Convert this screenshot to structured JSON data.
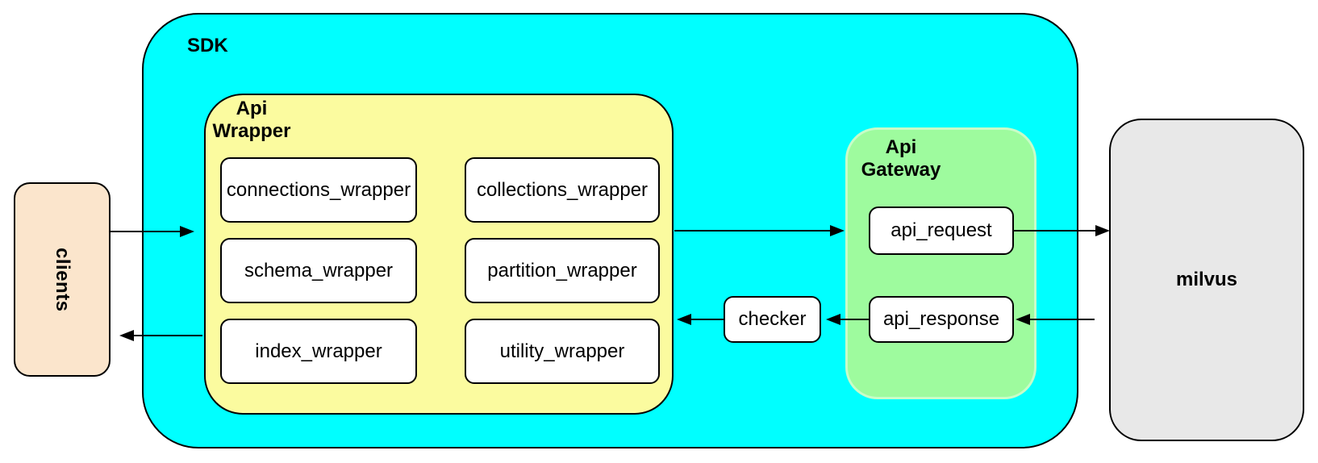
{
  "diagram": {
    "labels": {
      "sdk": "SDK",
      "clients": "clients",
      "milvus": "milvus",
      "checker": "checker",
      "api_wrapper": "Api\nWrapper",
      "api_gateway": "Api\nGateway"
    },
    "api_wrapper_boxes": [
      "connections_wrapper",
      "collections_wrapper",
      "schema_wrapper",
      "partition_wrapper",
      "index_wrapper",
      "utility_wrapper"
    ],
    "api_gateway_boxes": [
      "api_request",
      "api_response"
    ],
    "flow": [
      {
        "from": "clients",
        "to": "Api Wrapper"
      },
      {
        "from": "Api Wrapper",
        "to": "Api Gateway"
      },
      {
        "from": "api_request",
        "to": "milvus"
      },
      {
        "from": "milvus",
        "to": "api_response"
      },
      {
        "from": "api_response",
        "to": "checker"
      },
      {
        "from": "checker",
        "to": "Api Wrapper"
      },
      {
        "from": "Api Wrapper",
        "to": "clients"
      }
    ],
    "colors": {
      "sdk_fill": "#00ffff",
      "api_wrapper_fill": "#fbfb9f",
      "api_gateway_fill": "#9efb9e",
      "clients_fill": "#fbe5cc",
      "milvus_fill": "#e8e8e8",
      "node_fill": "#ffffff",
      "border": "#000000"
    }
  }
}
